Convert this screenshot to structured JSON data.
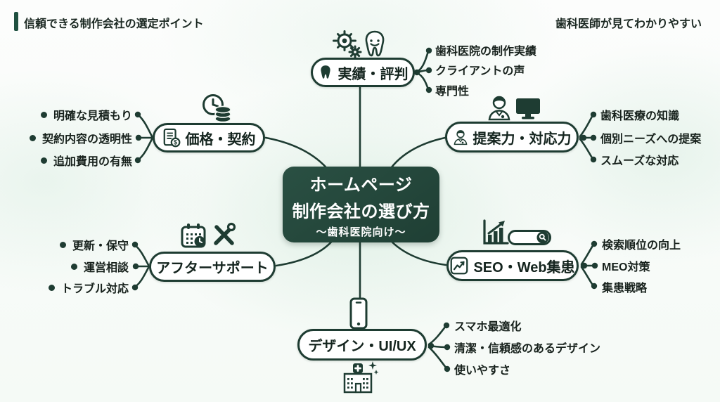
{
  "header": {
    "left_title": "信頼できる制作会社の選定ポイント",
    "right_title": "歯科医師が見てわかりやすい"
  },
  "center": {
    "line1": "ホームページ",
    "line2": "制作会社の選び方",
    "line3": "〜歯科医院向け〜"
  },
  "nodes": [
    {
      "id": "track-record",
      "label": "実績・評判",
      "items": [
        "歯科医院の制作実績",
        "クライアントの声",
        "専門性"
      ]
    },
    {
      "id": "price-contract",
      "label": "価格・契約",
      "items": [
        "明確な見積もり",
        "契約内容の透明性",
        "追加費用の有無"
      ]
    },
    {
      "id": "proposal-response",
      "label": "提案力・対応力",
      "items": [
        "歯科医療の知識",
        "個別ニーズへの提案",
        "スムーズな対応"
      ]
    },
    {
      "id": "after-support",
      "label": "アフターサポート",
      "items": [
        "更新・保守",
        "運営相談",
        "トラブル対応"
      ]
    },
    {
      "id": "seo-web",
      "label": "SEO・Web集患",
      "items": [
        "検索順位の向上",
        "MEO対策",
        "集患戦略"
      ]
    },
    {
      "id": "design-uiux",
      "label": "デザイン・UI/UX",
      "items": [
        "スマホ最適化",
        "清潔・信頼感のあるデザイン",
        "使いやすさ"
      ]
    }
  ],
  "icons": {
    "track_record_badge": "tooth-icon",
    "track_record_deco": [
      "gears-icon",
      "tooth-smile-icon"
    ],
    "price_contract_badge": "invoice-dollar-icon",
    "price_contract_deco": [
      "clock-icon",
      "coins-icon"
    ],
    "proposal_badge": "doctor-icon",
    "proposal_deco": [
      "doctor-icon",
      "monitor-icon"
    ],
    "after_support_deco": [
      "calendar-clock-icon",
      "crossed-tools-icon"
    ],
    "seo_badge": "line-chart-icon",
    "seo_deco": [
      "bar-chart-arrow-icon",
      "search-bar-icon"
    ],
    "design_deco": [
      "smartphone-icon",
      "clinic-building-icon"
    ]
  },
  "colors": {
    "accent": "#1e3c32",
    "center_box": "#24463a",
    "pill_bg": "#ffffff",
    "background_tint": "#e9f4ec",
    "text": "#17211c"
  }
}
